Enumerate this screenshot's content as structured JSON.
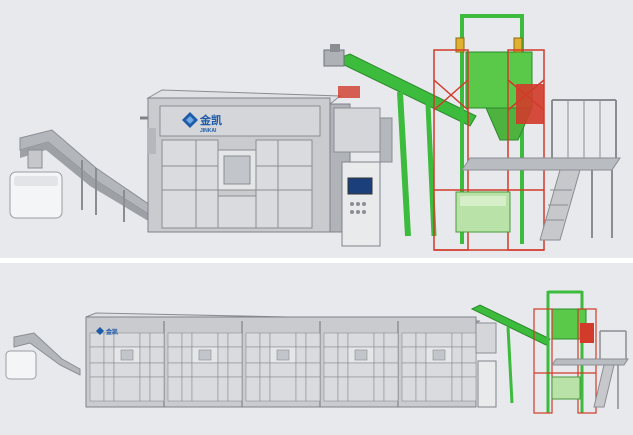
{
  "brand": {
    "logo_text": "JINKAI",
    "logo_cn": "金凯",
    "logo_color": "#1d5aa8"
  },
  "colors": {
    "background": "#e7e9ec",
    "cabinet": "#c9cbcf",
    "cabinet_dark": "#9ea1a6",
    "panel_face": "#d9dbde",
    "conveyor_green": "#3dbb3d",
    "cage_red": "#d23a2a",
    "hopper_green": "#5ac94a",
    "platform_gray": "#b9bcc0"
  },
  "views": [
    {
      "name": "close-view",
      "cabinet_modules": 1
    },
    {
      "name": "full-line-view",
      "cabinet_modules": 5
    }
  ]
}
